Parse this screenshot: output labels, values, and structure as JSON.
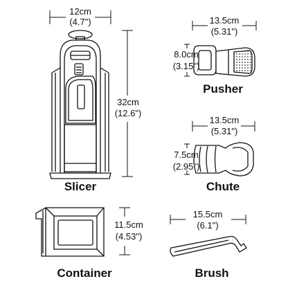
{
  "slicer": {
    "label": "Slicer",
    "width": "12cm",
    "width_in": "(4.7\")",
    "height": "32cm",
    "height_in": "(12.6\")"
  },
  "pusher": {
    "label": "Pusher",
    "width": "13.5cm",
    "width_in": "(5.31\")",
    "height": "8.0cm",
    "height_in": "(3.15\")"
  },
  "chute": {
    "label": "Chute",
    "width": "13.5cm",
    "width_in": "(5.31\")",
    "height": "7.5cm",
    "height_in": "(2.95\")"
  },
  "container": {
    "label": "Container",
    "height": "11.5cm",
    "height_in": "(4.53\")"
  },
  "brush": {
    "label": "Brush",
    "width": "15.5cm",
    "width_in": "(6.1\")"
  }
}
